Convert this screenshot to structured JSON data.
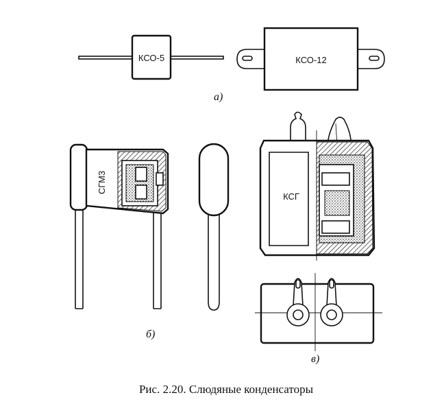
{
  "labels": {
    "kso5": "КСО-5",
    "kso12": "КСО-12",
    "sgm3": "СГМ3",
    "ksg": "КСГ"
  },
  "captions": {
    "a": "а)",
    "b": "б)",
    "v": "в)"
  },
  "figure_caption": "Рис. 2.20. Слюдяные конденсаторы"
}
